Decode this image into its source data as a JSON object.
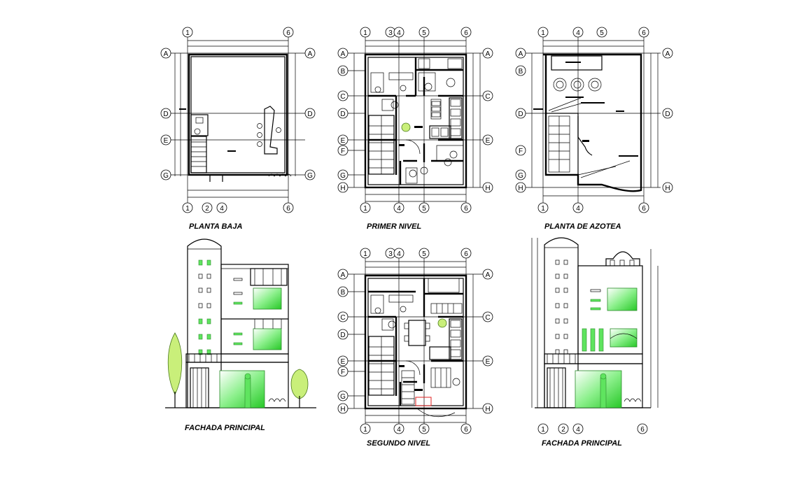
{
  "titles": {
    "planta_baja": "PLANTA BAJA",
    "primer_nivel": "PRIMER NIVEL",
    "planta_azotea": "PLANTA DE AZOTEA",
    "fachada_principal_1": "FACHADA PRINCIPAL",
    "segundo_nivel": "SEGUNDO NIVEL",
    "fachada_principal_2": "FACHADA PRINCIPAL"
  },
  "axis_labels": {
    "n1": "1",
    "n2": "2",
    "n3": "3",
    "n4": "4",
    "n5": "5",
    "n6": "6",
    "a": "A",
    "b": "B",
    "c": "C",
    "d": "D",
    "e": "E",
    "f": "F",
    "g": "G",
    "h": "H"
  },
  "colors": {
    "glass": "#5fe45f",
    "tree": "#c9ef7a",
    "line": "#000000",
    "accent": "#e02020"
  }
}
